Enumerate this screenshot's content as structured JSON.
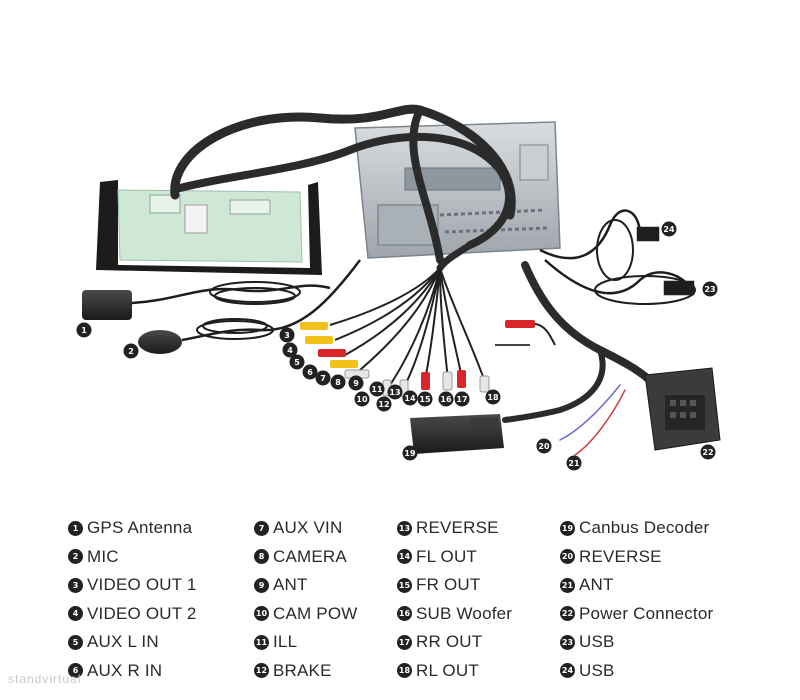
{
  "legend_columns": [
    [
      {
        "num": "1",
        "label": "GPS Antenna"
      },
      {
        "num": "2",
        "label": "MIC"
      },
      {
        "num": "3",
        "label": "VIDEO OUT 1"
      },
      {
        "num": "4",
        "label": "VIDEO OUT 2"
      },
      {
        "num": "5",
        "label": "AUX L IN"
      },
      {
        "num": "6",
        "label": "AUX R IN"
      }
    ],
    [
      {
        "num": "7",
        "label": "AUX VIN"
      },
      {
        "num": "8",
        "label": "CAMERA"
      },
      {
        "num": "9",
        "label": "ANT"
      },
      {
        "num": "10",
        "label": "CAM POW"
      },
      {
        "num": "11",
        "label": "ILL"
      },
      {
        "num": "12",
        "label": "BRAKE"
      }
    ],
    [
      {
        "num": "13",
        "label": "REVERSE"
      },
      {
        "num": "14",
        "label": "FL OUT"
      },
      {
        "num": "15",
        "label": "FR OUT"
      },
      {
        "num": "16",
        "label": "SUB Woofer"
      },
      {
        "num": "17",
        "label": "RR OUT"
      },
      {
        "num": "18",
        "label": "RL OUT"
      }
    ],
    [
      {
        "num": "19",
        "label": "Canbus Decoder"
      },
      {
        "num": "20",
        "label": "REVERSE"
      },
      {
        "num": "21",
        "label": "ANT"
      },
      {
        "num": "22",
        "label": "Power Connector"
      },
      {
        "num": "23",
        "label": "USB"
      },
      {
        "num": "24",
        "label": "USB"
      }
    ]
  ],
  "watermark": "standvirtual",
  "colors": {
    "badge": "#222222",
    "cable_sleeve": "#2b2b2b",
    "rca_yellow": "#f2c21a",
    "rca_red": "#d8262a",
    "rca_white": "#e6e6e6",
    "pcb_green": "#cfe8d6",
    "chassis_metal": "#b9bfc4"
  }
}
